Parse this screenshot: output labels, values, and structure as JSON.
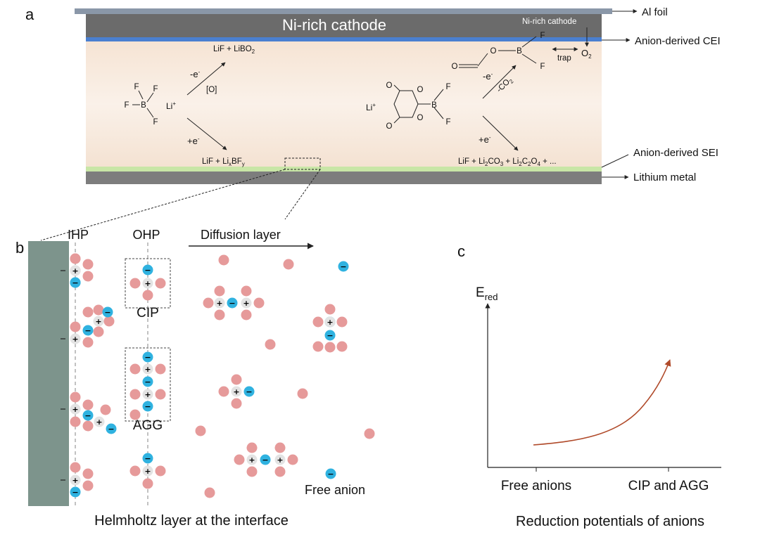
{
  "panels": {
    "a": "a",
    "b": "b",
    "c": "c"
  },
  "panel_a": {
    "cathode_title": "Ni-rich cathode",
    "right_labels": {
      "al_foil": "Al foil",
      "cei": "Anion-derived CEI",
      "sei": "Anion-derived SEI",
      "lithium": "Lithium metal"
    },
    "left_reaction": {
      "ox_label": "-e",
      "ox_sup": "-",
      "ox_condition": "[O]",
      "ox_product_main": "LiF + LiBO",
      "ox_product_sub": "2",
      "red_label": "+e",
      "red_sup": "-",
      "red_product_main": "LiF + Li",
      "red_product_sub1": "x",
      "red_product_mid": "BF",
      "red_product_sub2": "y",
      "cation": "Li",
      "cation_sup": "+",
      "atom_f": "F",
      "atom_b": "B"
    },
    "right_reaction": {
      "cathode_small": "Ni-rich cathode",
      "trap": "trap",
      "o2": "O",
      "o2_sub": "2",
      "ox_label": "-e",
      "ox_sup": "-",
      "co2_label": "-CO",
      "co2_sub": "2",
      "red_label": "+e",
      "red_sup": "-",
      "product_parts": [
        "LiF + Li",
        "2",
        "CO",
        "3",
        " + Li",
        "2",
        "C",
        "2",
        "O",
        "4",
        " + ..."
      ],
      "cation": "Li",
      "cation_sup": "+",
      "atom_o": "O",
      "atom_b": "B",
      "atom_f": "F"
    }
  },
  "panel_b": {
    "ihp": "IHP",
    "ohp": "OHP",
    "diffusion": "Diffusion layer",
    "cip": "CIP",
    "agg": "AGG",
    "free_anion": "Free anion",
    "caption": "Helmholtz layer at the interface",
    "signs": {
      "plus": "+",
      "minus": "−",
      "electrode_minus": "–"
    }
  },
  "panel_c": {
    "ylabel_main": "E",
    "ylabel_sub": "red",
    "x_ticks": [
      "Free anions",
      "CIP and AGG"
    ],
    "caption": "Reduction potentials of anions"
  },
  "colors": {
    "cathode": "#6b6b6b",
    "al_foil": "#8a97a8",
    "cei": "#4a7fd0",
    "electrolyte": "#f7e8dc",
    "sei": "#c8e6a6",
    "lithium": "#7d7d7d",
    "electrode_b": "#7d948c",
    "cation": "#e69a9a",
    "solvent_core": "#e3e3e3",
    "anion": "#2fb2e0",
    "curve": "#b04a2a"
  }
}
